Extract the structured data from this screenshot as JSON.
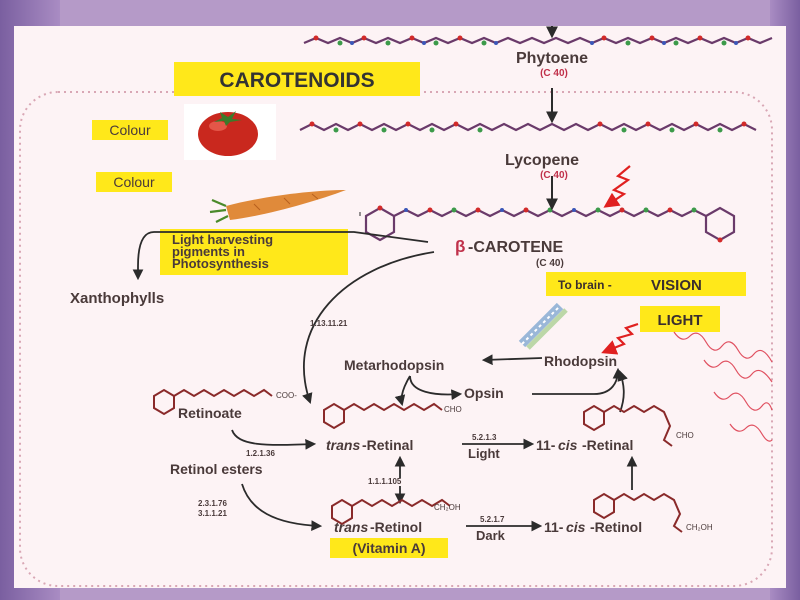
{
  "title": "CAROTENOIDS",
  "labels": {
    "phytoene": "Phytoene",
    "phytoene_c": "(C 40)",
    "lycopene": "Lycopene",
    "lycopene_c": "(C 40)",
    "bcarotene_prefix": "β",
    "bcarotene": "-CAROTENE",
    "bcarotene_c": "(C 40)",
    "colour1": "Colour",
    "colour2": "Colour",
    "light_harvesting": [
      "Light harvesting",
      "pigments in",
      "Photosynthesis"
    ],
    "xanthophylls": "Xanthophylls",
    "to_brain_prefix": "To brain - ",
    "to_brain_vision": "VISION",
    "light_box": "LIGHT",
    "metarhodopsin": "Metarhodopsin",
    "rhodopsin": "Rhodopsin",
    "opsin": "Opsin",
    "retinoate": "Retinoate",
    "coo": "COO-",
    "cho1": "CHO",
    "cho2": "CHO",
    "ch2oh1": "CH₂OH",
    "ch2oh2": "CH₂OH",
    "trans_retinal_italic": "trans",
    "trans_retinal": "-Retinal",
    "cis_retinal_prefix": "11-",
    "cis_retinal_italic": "cis",
    "cis_retinal": "-Retinal",
    "retinol_esters": "Retinol esters",
    "trans_retinol_italic": "trans",
    "trans_retinol": "-Retinol",
    "cis_retinol_prefix": "11-",
    "cis_retinol_italic": "cis",
    "cis_retinol": "-Retinol",
    "vitamin_a": "(Vitamin A)",
    "light_small": "Light",
    "dark_small": "Dark",
    "ec_1_13_11_21": "1.13.11.21",
    "ec_1_2_1_36": "1.2.1.36",
    "ec_5_2_1_3": "5.2.1.3",
    "ec_1_1_1_105": "1.1.1.105",
    "ec_2_3_1_76": "2.3.1.76",
    "ec_3_1_1_21": "3.1.1.21",
    "ec_5_2_1_7": "5.2.1.7"
  },
  "colors": {
    "highlight_yellow": "#ffe81a",
    "text_dark": "#3a2e2e",
    "title_text": "#333333",
    "chain_purple": "#6a3a6a",
    "chain_red": "#d22a2a",
    "chain_green": "#3c9a4a",
    "chain_blue": "#3b56b8",
    "arrow_red": "#e02020",
    "box_dash": "#d9a7b5"
  },
  "icons": {
    "tomato": "tomato-icon",
    "carrot": "carrot-icon",
    "light_waves": "light-wave-icon"
  }
}
